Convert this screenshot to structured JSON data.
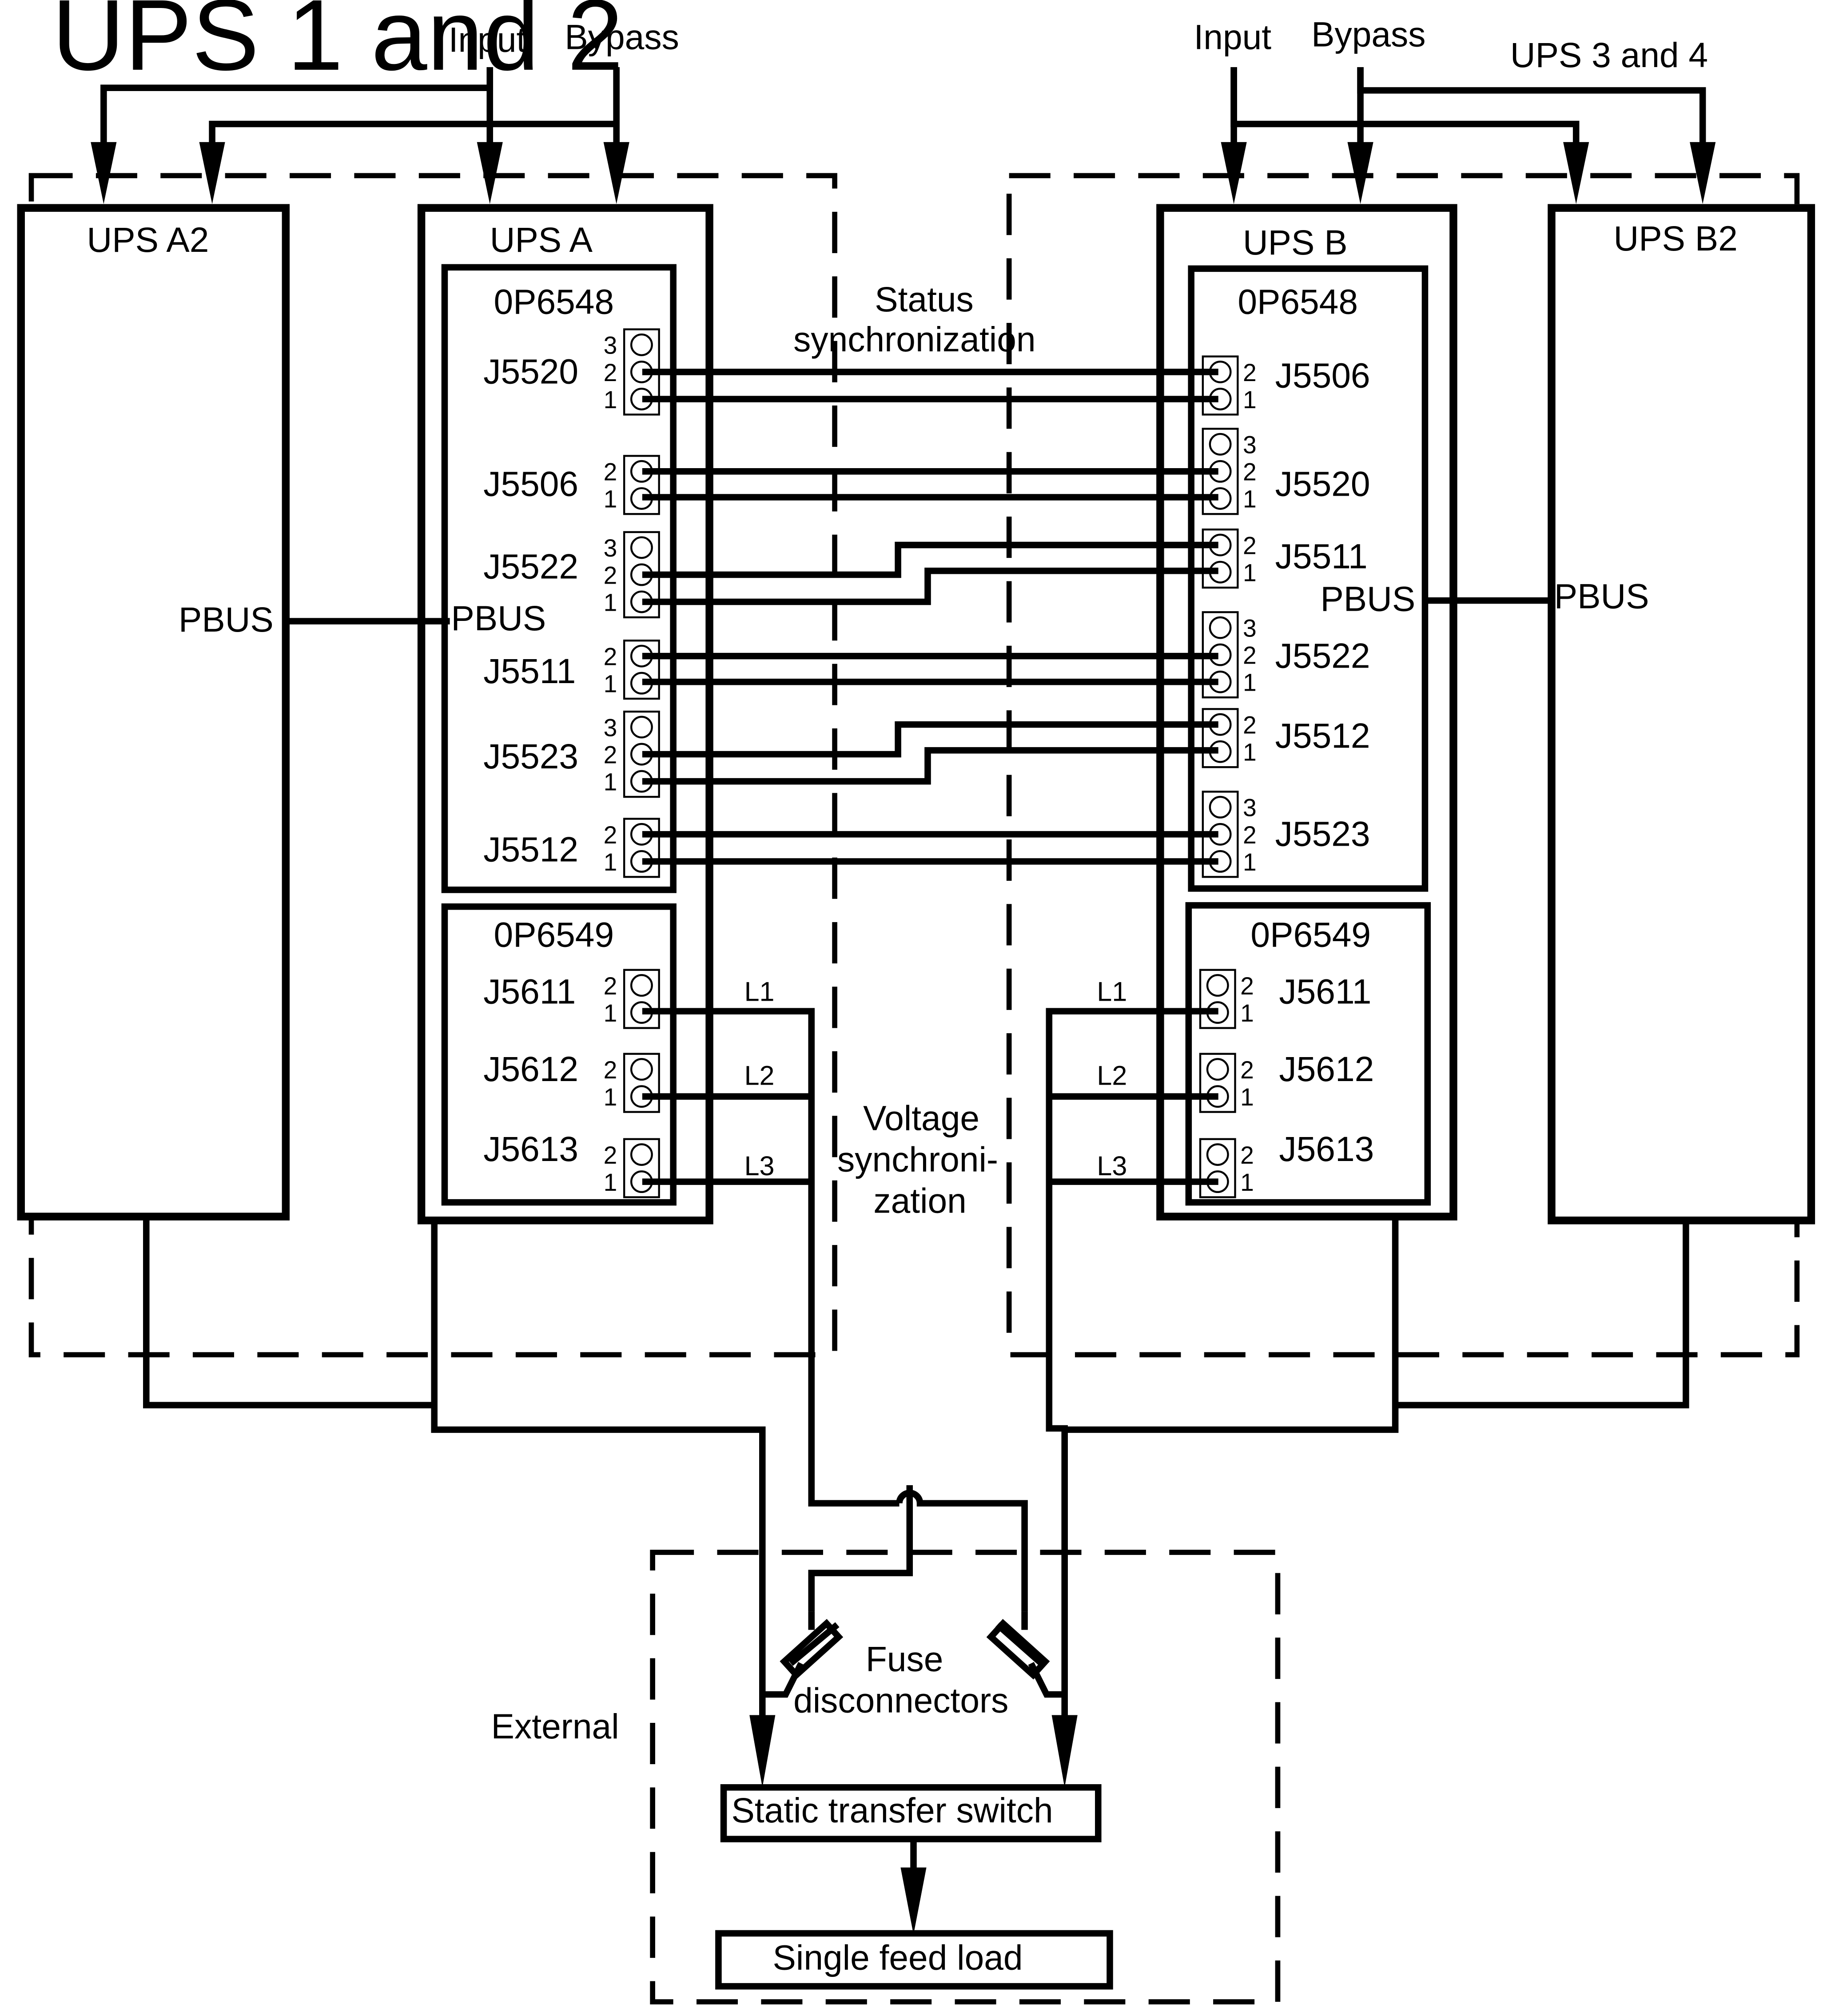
{
  "feeds": {
    "left_group": "UPS 1 and 2",
    "left_input": "Input",
    "left_bypass": "Bypass",
    "right_input": "Input",
    "right_bypass": "Bypass",
    "right_group": "UPS 3 and 4"
  },
  "units": {
    "ups_a2": "UPS A2",
    "ups_a": "UPS A",
    "ups_b": "UPS B",
    "ups_b2": "UPS B2"
  },
  "boards": {
    "a_status": "0P6548",
    "a_voltage": "0P6549",
    "b_status": "0P6548",
    "b_voltage": "0P6549"
  },
  "pbus": {
    "a2": "PBUS",
    "a": "PBUS",
    "b": "PBUS",
    "b2": "PBUS"
  },
  "connectors": {
    "a": [
      "J5520",
      "J5506",
      "J5522",
      "J5511",
      "J5523",
      "J5512"
    ],
    "b": [
      "J5506",
      "J5520",
      "J5511",
      "J5522",
      "J5512",
      "J5523"
    ],
    "a_voltage": [
      "J5611",
      "J5612",
      "J5613"
    ],
    "b_voltage": [
      "J5611",
      "J5612",
      "J5613"
    ]
  },
  "pin_numbers": {
    "p1": "1",
    "p2": "2",
    "p3": "3"
  },
  "lines": {
    "l1": "L1",
    "l2": "L2",
    "l3": "L3"
  },
  "labels": {
    "status_1": "Status",
    "status_2": "synchronization",
    "voltage_1": "Voltage",
    "voltage_2": "synchroni-",
    "voltage_3": "zation",
    "fuse_1": "Fuse",
    "fuse_2": "disconnectors",
    "external": "External",
    "sts": "Static transfer switch",
    "load": "Single feed load"
  }
}
